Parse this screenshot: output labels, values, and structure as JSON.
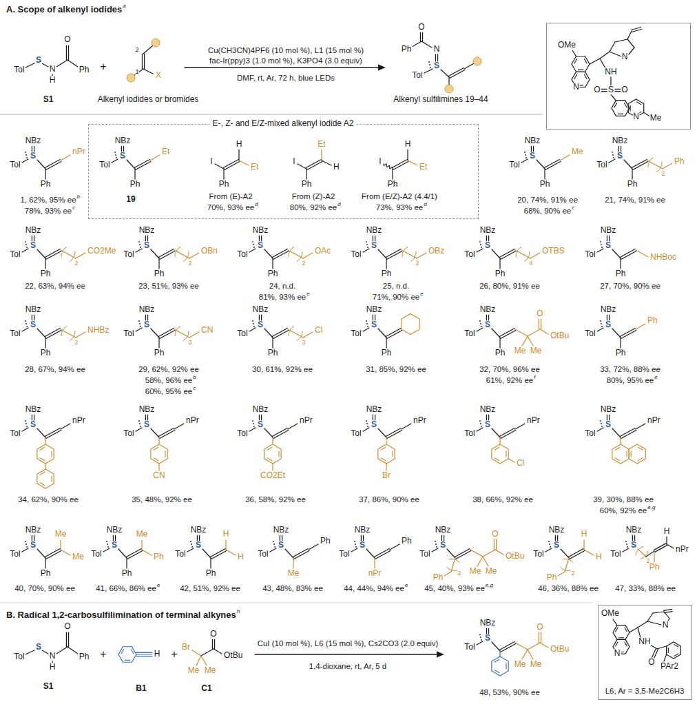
{
  "diagram": {
    "nodes": [
      {
        "text": [
          "OMe",
          "N",
          "N",
          "NH",
          "O",
          "S",
          "O",
          "N",
          "Me"
        ]
      },
      {
        "text": [
          "E-, Z- and E/Z-mixed alkenyl iodide A2",
          "NBz",
          "Tol",
          "S",
          "Ph",
          "Et",
          "19",
          "H",
          "Et",
          "I",
          "Ph",
          "From (E)-A2",
          "70%, 93% ee",
          "d",
          "I",
          "Et",
          "Ph",
          "H",
          "From (Z)-A2",
          "80%, 92% ee",
          "d",
          "H",
          "I",
          "Et",
          "Ph",
          "From (E/Z)-A2 (4.4/1)",
          "73%, 93% ee",
          "d"
        ]
      },
      {
        "text": [
          "OMe",
          "N",
          "N",
          "NH",
          "O",
          "PAr2",
          "L6, Ar = 3,5-Me2C6H3"
        ]
      }
    ],
    "labels": [
      "A. Scope of alkenyl iodides",
      "a",
      "Tol",
      "S",
      "N",
      "H",
      "O",
      "Ph",
      "S1",
      "+",
      "2",
      "1",
      "X",
      "Alkenyl iodides or bromides",
      "Cu(CH3CN)4PF6 (10 mol %), L1 (15 mol %)",
      "fac-Ir(ppy)3 (1.0 mol %), K3PO4 (3.0 equiv)",
      "DMF, rt, Ar, 72 h, blue LEDs",
      "O",
      "Ph",
      "N",
      "S",
      "Tol",
      "Alkenyl sulfilimines 19–44",
      "NBz",
      "Tol",
      "S",
      "Ph",
      "nPr",
      "1, 62%, 95% ee",
      "b",
      "78%, 93% ee",
      "c",
      "NBz",
      "Tol",
      "S",
      "Ph",
      "Me",
      "20, 74%, 91% ee",
      "68%, 90% ee",
      "c",
      "NBz",
      "Tol",
      "S",
      "Ph",
      "2",
      "Ph",
      "21, 74%, 91% ee",
      "NBz",
      "Tol",
      "S",
      "Ph",
      "2",
      "CO2Me",
      "22, 63%, 94% ee",
      "NBz",
      "Tol",
      "S",
      "Ph",
      "2",
      "OBn",
      "23, 51%, 93% ee",
      "NBz",
      "Tol",
      "S",
      "Ph",
      "2",
      "OAc",
      "24, n.d.",
      "81%, 93% ee",
      "e",
      "NBz",
      "Tol",
      "S",
      "Ph",
      "2",
      "OBz",
      "25, n.d.",
      "71%, 90% ee",
      "e",
      "NBz",
      "Tol",
      "S",
      "Ph",
      "4",
      "OTBS",
      "26, 80%, 91% ee",
      "NBz",
      "Tol",
      "S",
      "Ph",
      "NHBoc",
      "27, 70%, 90% ee",
      "NBz",
      "Tol",
      "S",
      "Ph",
      "2",
      "NHBz",
      "28, 67%, 94% ee",
      "NBz",
      "Tol",
      "S",
      "Ph",
      "3",
      "CN",
      "29, 62%, 92% ee",
      "58%, 96% ee",
      "b",
      "60%, 95% ee",
      "c",
      "NBz",
      "Tol",
      "S",
      "Ph",
      "3",
      "Cl",
      "30, 61%, 92% ee",
      "NBz",
      "Tol",
      "S",
      "Ph",
      "31, 85%, 92% ee",
      "NBz",
      "Tol",
      "S",
      "Ph",
      "O",
      "OtBu",
      "Me",
      "Me",
      "32, 70%, 96% ee",
      "61%, 92% ee",
      "f",
      "NBz",
      "Tol",
      "S",
      "Ph",
      "Ph",
      "33, 72%, 88% ee",
      "80%, 95% ee",
      "e",
      "NBz",
      "Tol",
      "S",
      "nPr",
      "34, 62%, 90% ee",
      "NBz",
      "Tol",
      "S",
      "nPr",
      "CN",
      "35, 48%, 92% ee",
      "NBz",
      "Tol",
      "S",
      "nPr",
      "CO2Et",
      "36, 58%, 92% ee",
      "NBz",
      "Tol",
      "S",
      "nPr",
      "Br",
      "37, 86%, 90% ee",
      "NBz",
      "Tol",
      "S",
      "nPr",
      "Cl",
      "38, 66%, 92% ee",
      "NBz",
      "Tol",
      "S",
      "nPr",
      "39, 30%, 88% ee",
      "60%, 92% ee",
      "e,g",
      "NBz",
      "Tol",
      "S",
      "Me",
      "Ph",
      "Me",
      "40, 70%, 90% ee",
      "NBz",
      "Tol",
      "S",
      "Me",
      "Ph",
      "Ph",
      "41, 66%, 86% ee",
      "e",
      "NBz",
      "Tol",
      "S",
      "H",
      "Ph",
      "H",
      "42, 51%, 92% ee",
      "NBz",
      "Tol",
      "S",
      "Me",
      "Ph",
      "43, 48%, 83% ee",
      "NBz",
      "Tol",
      "S",
      "nPr",
      "Ph",
      "44, 44%, 94% ee",
      "e",
      "NBz",
      "Tol",
      "S",
      "O",
      "OtBu",
      "Me",
      "Me",
      "Ph",
      "2",
      "45, 40%, 93% ee",
      "e,g",
      "NBz",
      "Tol",
      "S",
      "H",
      "Ph",
      "2",
      "H",
      "46, 36%, 88% ee",
      "NBz",
      "Tol",
      "S",
      "2",
      "H",
      "Ph",
      "nPr",
      "47, 33%, 88% ee",
      "B. Radical 1,2-carbosulfilimination of terminal alkynes",
      "h",
      "Tol",
      "S",
      "N",
      "H",
      "O",
      "Ph",
      "S1",
      "+",
      "H",
      "B1",
      "+",
      "Br",
      "O",
      "OtBu",
      "Me",
      "Me",
      "C1",
      "CuI (10 mol %), L6 (15 mol %), Cs2CO3 (2.0 equiv)",
      "1,4-dioxane, rt, Ar, 5 d",
      "NBz",
      "Tol",
      "S",
      "O",
      "OtBu",
      "Me",
      "Me",
      "48, 53%, 90% ee"
    ]
  }
}
